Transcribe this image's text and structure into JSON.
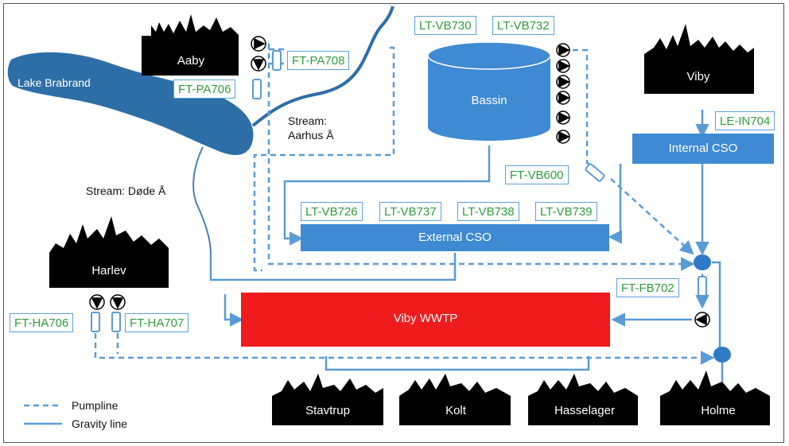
{
  "towns": {
    "aaby": "Aaby",
    "viby": "Viby",
    "harlev": "Harlev",
    "stavtrup": "Stavtrup",
    "kolt": "Kolt",
    "hasselager": "Hasselager",
    "holme": "Holme"
  },
  "water": {
    "lake": "Lake Brabrand",
    "stream_aarhus": "Stream:\nAarhus Å",
    "stream_dode": "Stream: Døde Å"
  },
  "structures": {
    "bassin": "Bassin",
    "internal_cso": "Internal CSO",
    "external_cso": "External CSO",
    "wwtp": "Viby WWTP"
  },
  "sensors": {
    "ft_pa708": "FT-PA708",
    "ft_pa706": "FT-PA706",
    "lt_vb730": "LT-VB730",
    "lt_vb732": "LT-VB732",
    "le_in704": "LE-IN704",
    "ft_vb600": "FT-VB600",
    "lt_vb726": "LT-VB726",
    "lt_vb737": "LT-VB737",
    "lt_vb738": "LT-VB738",
    "lt_vb739": "LT-VB739",
    "ft_fb702": "FT-FB702",
    "ft_ha706": "FT-HA706",
    "ft_ha707": "FT-HA707"
  },
  "legend": {
    "pumpline": "Pumpline",
    "gravity": "Gravity line"
  },
  "colors": {
    "pipe": "#5b9bd5",
    "structure": "#3f8ad2",
    "wwtp": "#ee1c1c",
    "lake": "#2e6ea6",
    "sensor_text": "#2e9e3a",
    "town": "#000000"
  }
}
